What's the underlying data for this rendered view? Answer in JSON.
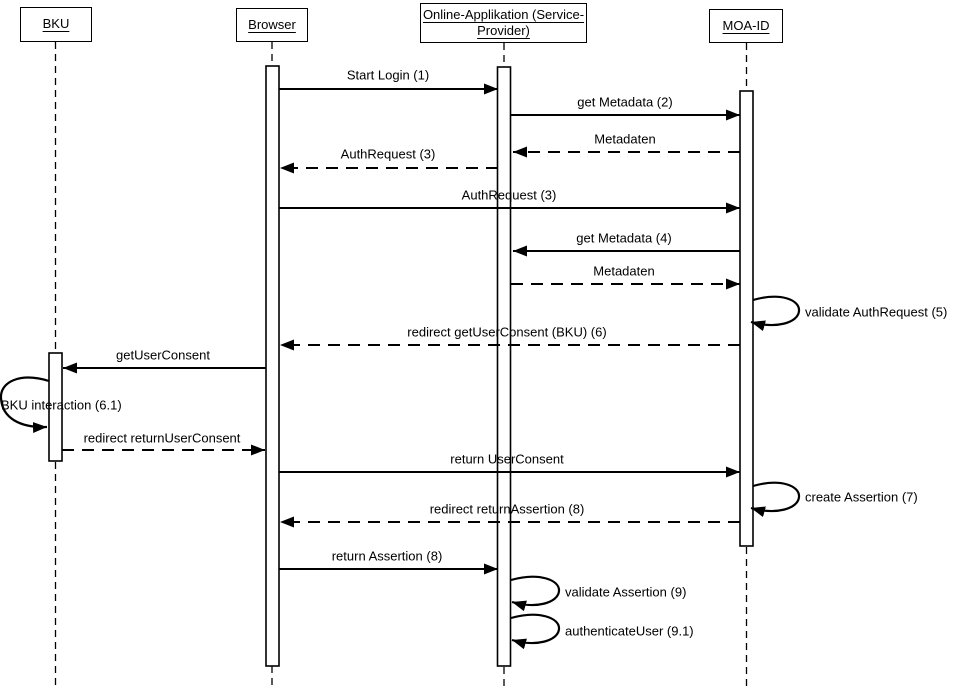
{
  "diagram": {
    "type": "uml-sequence-diagram",
    "colors": {
      "background": "#ffffff",
      "line": "#000000",
      "text": "#000000",
      "box_fill": "#ffffff"
    }
  },
  "actors": [
    {
      "id": "bku",
      "label": "BKU"
    },
    {
      "id": "browser",
      "label": "Browser"
    },
    {
      "id": "online-app",
      "label": "Online-Applikation (Service-Provider)",
      "label_line1": "Online-Applikation (Service-",
      "label_line2": "Provider)"
    },
    {
      "id": "moa-id",
      "label": "MOA-ID"
    }
  ],
  "messages": [
    {
      "label": "Start Login (1)",
      "from": "browser",
      "to": "online-app",
      "line": "solid"
    },
    {
      "label": "get Metadata (2)",
      "from": "online-app",
      "to": "moa-id",
      "line": "solid"
    },
    {
      "label": "Metadaten",
      "from": "moa-id",
      "to": "online-app",
      "line": "dashed"
    },
    {
      "label": "AuthRequest (3)",
      "from": "online-app",
      "to": "browser",
      "line": "dashed"
    },
    {
      "label": "AuthRequest (3)",
      "from": "browser",
      "to": "moa-id",
      "line": "solid"
    },
    {
      "label": "get Metadata (4)",
      "from": "moa-id",
      "to": "online-app",
      "line": "solid"
    },
    {
      "label": "Metadaten",
      "from": "online-app",
      "to": "moa-id",
      "line": "dashed"
    },
    {
      "label": "validate AuthRequest (5)",
      "from": "moa-id",
      "to": "moa-id",
      "line": "self"
    },
    {
      "label": "redirect getUserConsent (BKU) (6)",
      "from": "moa-id",
      "to": "browser",
      "line": "dashed"
    },
    {
      "label": "getUserConsent",
      "from": "browser",
      "to": "bku",
      "line": "solid"
    },
    {
      "label": "BKU interaction (6.1)",
      "from": "bku",
      "to": "bku",
      "line": "self"
    },
    {
      "label": "redirect returnUserConsent",
      "from": "bku",
      "to": "browser",
      "line": "dashed"
    },
    {
      "label": "return UserConsent",
      "from": "browser",
      "to": "moa-id",
      "line": "solid"
    },
    {
      "label": "create Assertion (7)",
      "from": "moa-id",
      "to": "moa-id",
      "line": "self"
    },
    {
      "label": "redirect returnAssertion (8)",
      "from": "moa-id",
      "to": "browser",
      "line": "dashed"
    },
    {
      "label": "return Assertion (8)",
      "from": "browser",
      "to": "online-app",
      "line": "solid"
    },
    {
      "label": "validate Assertion (9)",
      "from": "online-app",
      "to": "online-app",
      "line": "self"
    },
    {
      "label": "authenticateUser (9.1)",
      "from": "online-app",
      "to": "online-app",
      "line": "self"
    }
  ]
}
